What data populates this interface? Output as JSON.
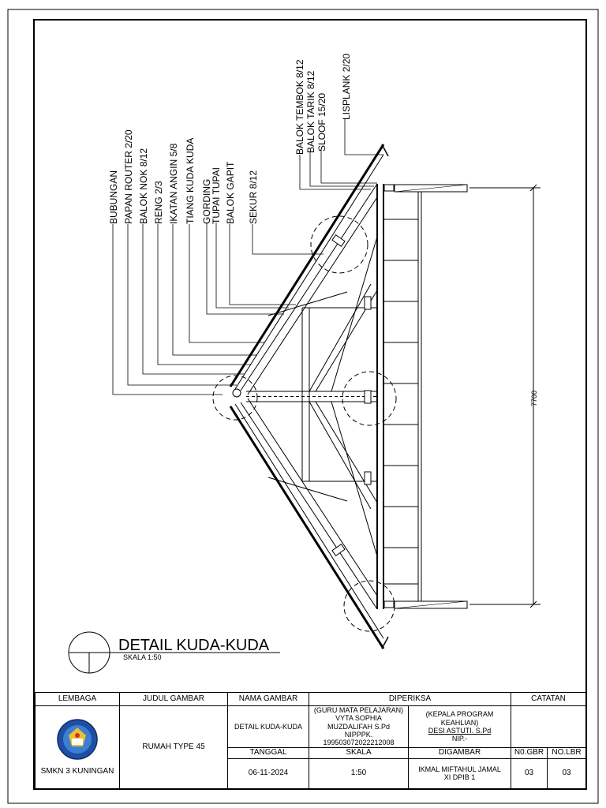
{
  "drawing": {
    "title": "DETAIL KUDA-KUDA",
    "scale_text": "SKALA 1:50",
    "dimension": "7700",
    "labels": [
      "BUBUNGAN",
      "PAPAN ROUTER 2/20",
      "BALOK NOK 8/12",
      "RENG 2/3",
      "IKATAN ANGIN 5/8",
      "TIANG KUDA KUDA",
      "GORDING",
      "TUPAI TUPAI",
      "BALOK GAPIT",
      "SEKUR 8/12",
      "BALOK TEMBOK 8/12",
      "BALOK TARIK 8/12",
      "SLOOF 15/20",
      "LISPLANK 2/20"
    ]
  },
  "title_block": {
    "headers": {
      "lembaga": "LEMBAGA",
      "judul_gambar": "JUDUL GAMBAR",
      "nama_gambar": "NAMA GAMBAR",
      "diperiksa": "DIPERIKSA",
      "catatan": "CATATAN"
    },
    "lembaga": "SMKN 3 KUNINGAN",
    "judul_gambar": "RUMAH TYPE 45",
    "nama_gambar": "DETAIL KUDA-KUDA",
    "guru": {
      "role": "(GURU MATA PELAJARAN)",
      "name1": "VYTA SOPHIA",
      "name2": "MUZDALIFAH S.Pd",
      "nip": "NIPPPK. 199503072022212008"
    },
    "kepala": {
      "role": "(KEPALA PROGRAM KEAHLIAN)",
      "name": "DESI ASTUTI. S.Pd",
      "nip": "NIP.-"
    },
    "labels": {
      "tanggal": "TANGGAL",
      "skala": "SKALA",
      "digambar": "DIGAMBAR",
      "no_gbr": "N0.GBR",
      "no_lbr": "NO.LBR"
    },
    "tanggal": "06-11-2024",
    "skala": "1:50",
    "digambar_name": "IKMAL MIFTAHUL JAMAL",
    "digambar_class": "XI DPIB 1",
    "no_gbr": "03",
    "no_lbr": "03"
  }
}
